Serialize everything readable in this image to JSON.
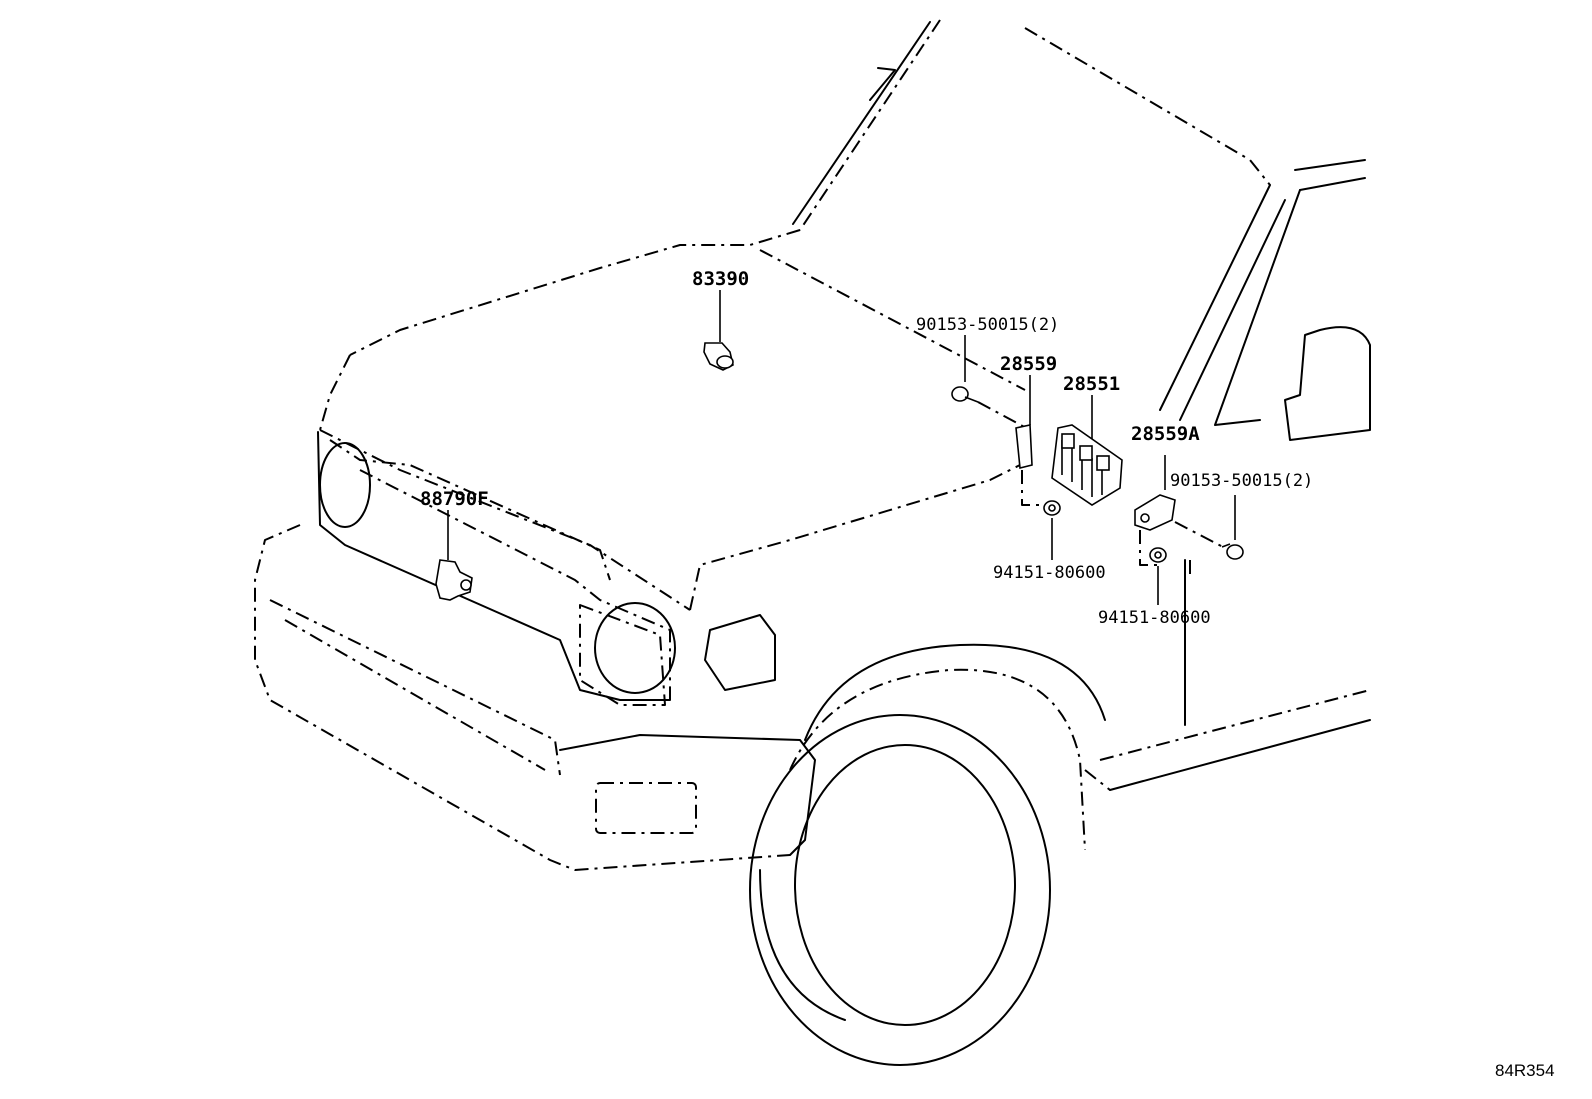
{
  "labels": {
    "p83390": "83390",
    "p88790F": "88790F",
    "p90153_top": "90153-50015(2)",
    "p28559": "28559",
    "p28551": "28551",
    "p28559A": "28559A",
    "p90153_right": "90153-50015(2)",
    "p94151_left": "94151-80600",
    "p94151_right": "94151-80600"
  },
  "diagram_ref": "84R354"
}
